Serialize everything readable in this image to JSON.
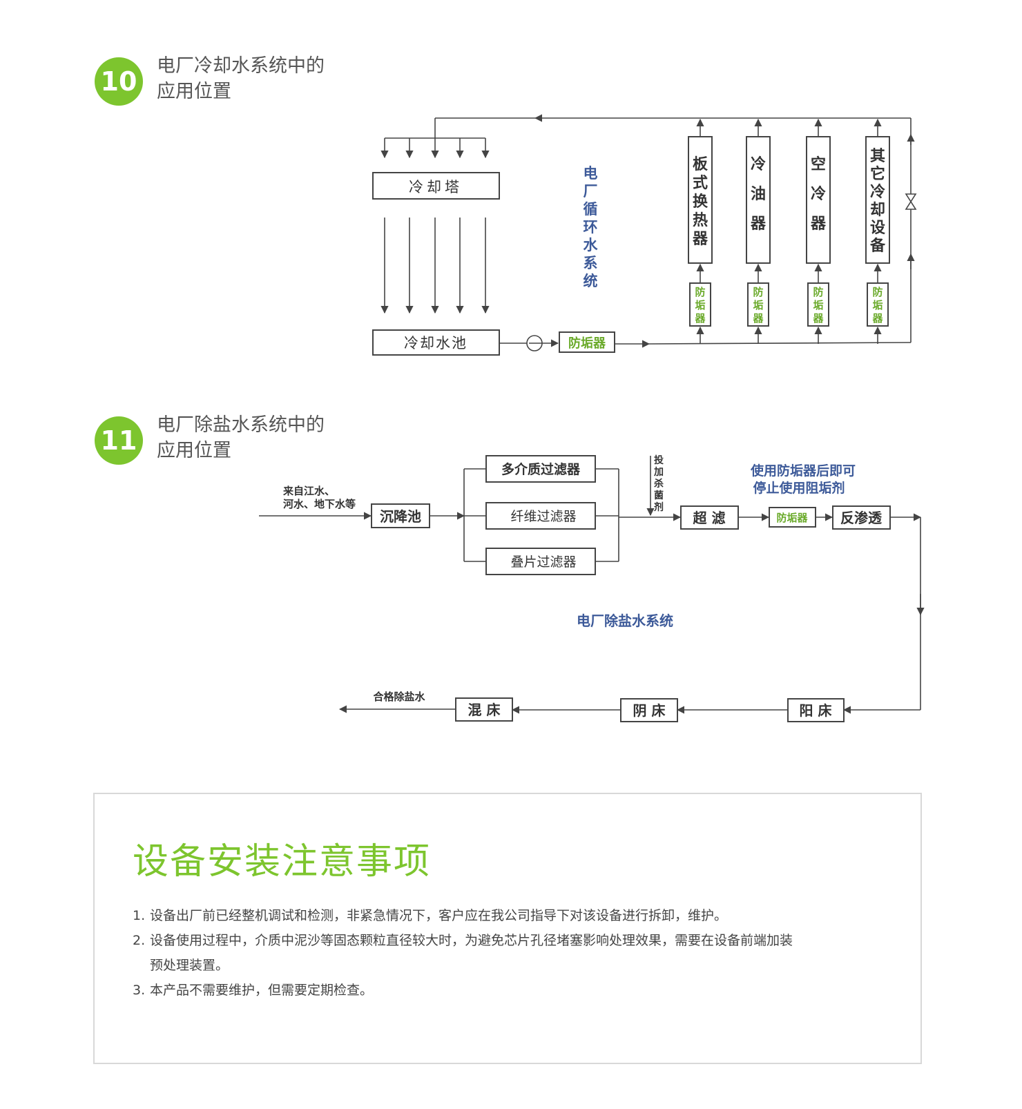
{
  "sections": [
    {
      "number": "10",
      "title_line1": "电厂冷却水系统中的",
      "title_line2": "应用位置"
    },
    {
      "number": "11",
      "title_line1": "电厂除盐水系统中的",
      "title_line2": "应用位置"
    }
  ],
  "cooling": {
    "tower": "冷却塔",
    "pool": "冷却水池",
    "main_filter": "防垢器",
    "system_label": [
      "电",
      "厂",
      "循",
      "环",
      "水",
      "系",
      "统"
    ],
    "equipment": [
      {
        "name": [
          "板",
          "式",
          "换",
          "热",
          "器"
        ]
      },
      {
        "name": [
          "冷",
          "油",
          "器"
        ]
      },
      {
        "name": [
          "空",
          "冷",
          "器"
        ]
      },
      {
        "name": [
          "其",
          "它",
          "冷",
          "却",
          "设",
          "备"
        ]
      }
    ],
    "descaler_vertical": [
      "防",
      "垢",
      "器"
    ]
  },
  "demin": {
    "source_line1": "来自江水、",
    "source_line2": "河水、地下水等",
    "sedimentation": "沉降池",
    "filters": [
      "多介质过滤器",
      "纤维过滤器",
      "叠片过滤器"
    ],
    "dosing": [
      "投",
      "加",
      "杀",
      "菌",
      "剂"
    ],
    "ultrafiltration": "超 滤",
    "descaler": "防垢器",
    "ro": "反渗透",
    "note_line1": "使用防垢器后即可",
    "note_line2": "停止使用阻垢剂",
    "system_label": "电厂除盐水系统",
    "cation_bed": "阳 床",
    "anion_bed": "阴 床",
    "mixed_bed": "混 床",
    "output": "合格除盐水"
  },
  "notes": {
    "title": "设备安装注意事项",
    "items": [
      {
        "num": "1.",
        "line1": "设备出厂前已经整机调试和检测，非紧急情况下，客户应在我公司指导下对该设备进行拆卸，维护。",
        "line2": ""
      },
      {
        "num": "2.",
        "line1": "设备使用过程中，介质中泥沙等固态颗粒直径较大时，为避免芯片孔径堵塞影响处理效果，需要在设备前端加装",
        "line2": "预处理装置。"
      },
      {
        "num": "3.",
        "line1": "本产品不需要维护，但需要定期检查。",
        "line2": ""
      }
    ]
  },
  "colors": {
    "accent_green": "#7dc52e",
    "descaler_green": "#6aaa2a",
    "label_blue": "#3d5a99"
  }
}
